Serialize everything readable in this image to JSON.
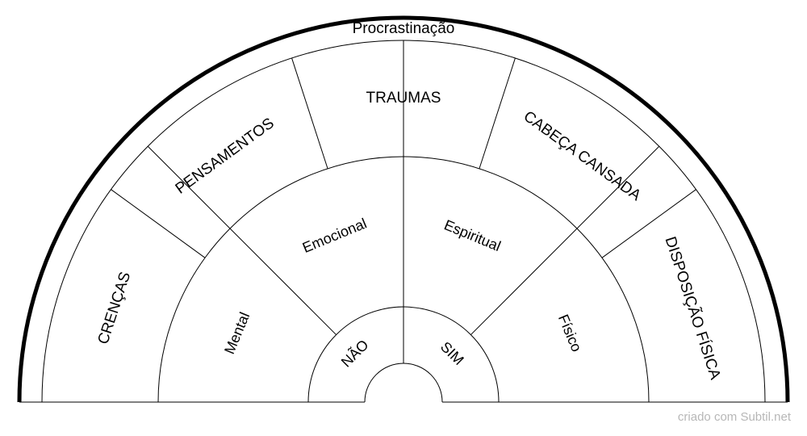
{
  "title": "Procrastinação",
  "outer_ring": [
    "CRENÇAS",
    "PENSAMENTOS",
    "TRAUMAS",
    "CABEÇA CANSADA",
    "DISPOSIÇÃO FÍSICA"
  ],
  "inner_ring": [
    "Mental",
    "Emocional",
    "Espiritual",
    "Físico"
  ],
  "center": [
    "NÃO",
    "SIM"
  ],
  "credit": "criado com Subtil.net",
  "colors": {
    "line": "#000000",
    "background": "#ffffff",
    "credit": "#b7b7b7"
  }
}
